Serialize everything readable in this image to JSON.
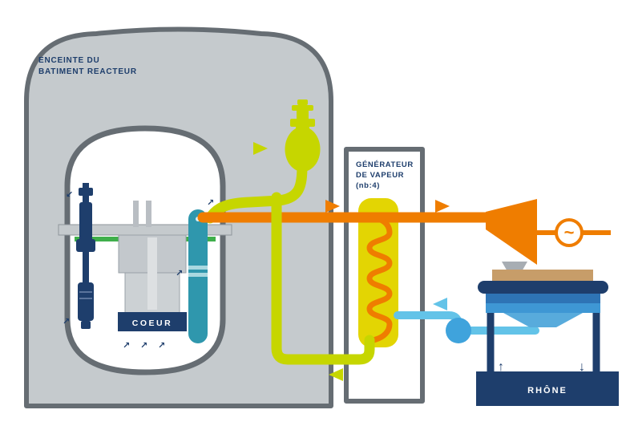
{
  "containment": {
    "label_lines": [
      "ENCEINTE DU",
      "BATIMENT REACTEUR"
    ]
  },
  "reactor": {
    "core_label": "COEUR"
  },
  "steam_generator": {
    "label_lines": [
      "GÉNÉRATEUR",
      "DE VAPEUR",
      "(nb:4)"
    ]
  },
  "generator": {
    "symbol": "~"
  },
  "river": {
    "label": "RHÔNE"
  },
  "glyphs": {
    "arrow_up": "↑",
    "arrow_down": "↓",
    "arrow_ne": "↗",
    "arrow_sw": "↙"
  },
  "colors": {
    "navy": "#1e3e6c",
    "orange": "#ef7d00",
    "yellow_green": "#c6d600",
    "vessel_yellow": "#e3d503",
    "teal": "#2f97ad",
    "green_strip": "#3faf4b",
    "light_blue_pipe": "#63c3e8",
    "pump_blue": "#3fa3dc",
    "condenser_blue": "#2e74b5",
    "condenser_light_blue": "#3e97d4",
    "condenser_tan": "#c79d69",
    "building_gray": "#c5cacd",
    "outline_gray": "#666d73"
  }
}
